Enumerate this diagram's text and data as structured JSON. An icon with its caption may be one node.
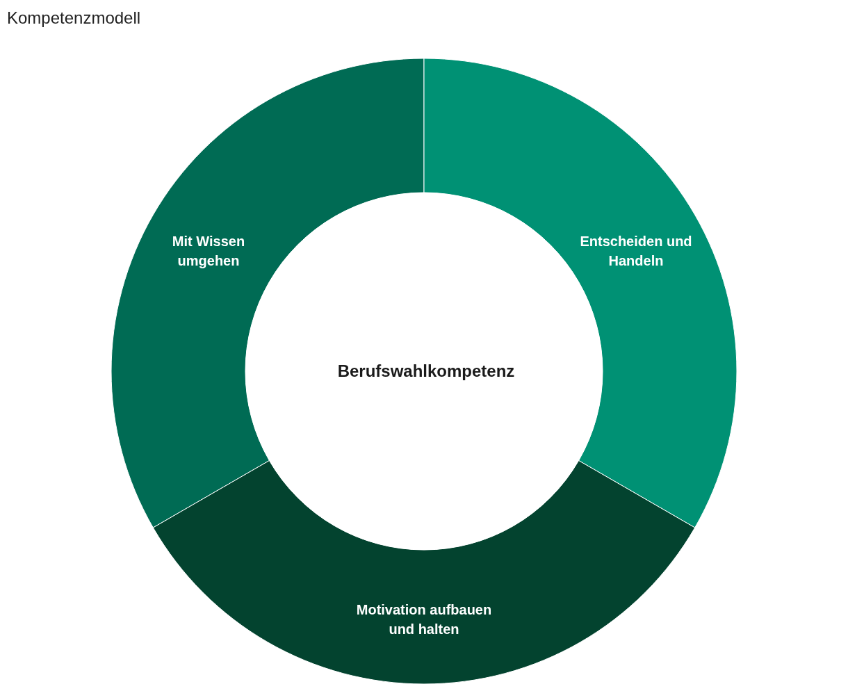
{
  "diagram": {
    "title": "Kompetenzmodell",
    "nodes": [
      {
        "text": [
          "Mit Wissen umgehen"
        ]
      },
      {
        "text": [
          "Entscheiden und Handeln"
        ]
      },
      {
        "text": [
          "Berufswahlkompetenz"
        ]
      },
      {
        "text": [
          "Motivation aufbauen und halten"
        ]
      }
    ],
    "edges": []
  }
}
